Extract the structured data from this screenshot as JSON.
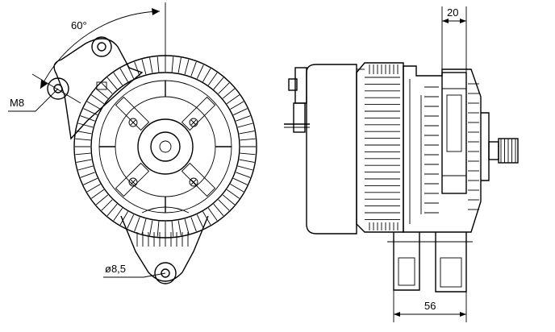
{
  "labels": {
    "angle": "60°",
    "thread": "M8",
    "hole": "ø8,5",
    "width_top": "20",
    "width_bottom": "56"
  }
}
